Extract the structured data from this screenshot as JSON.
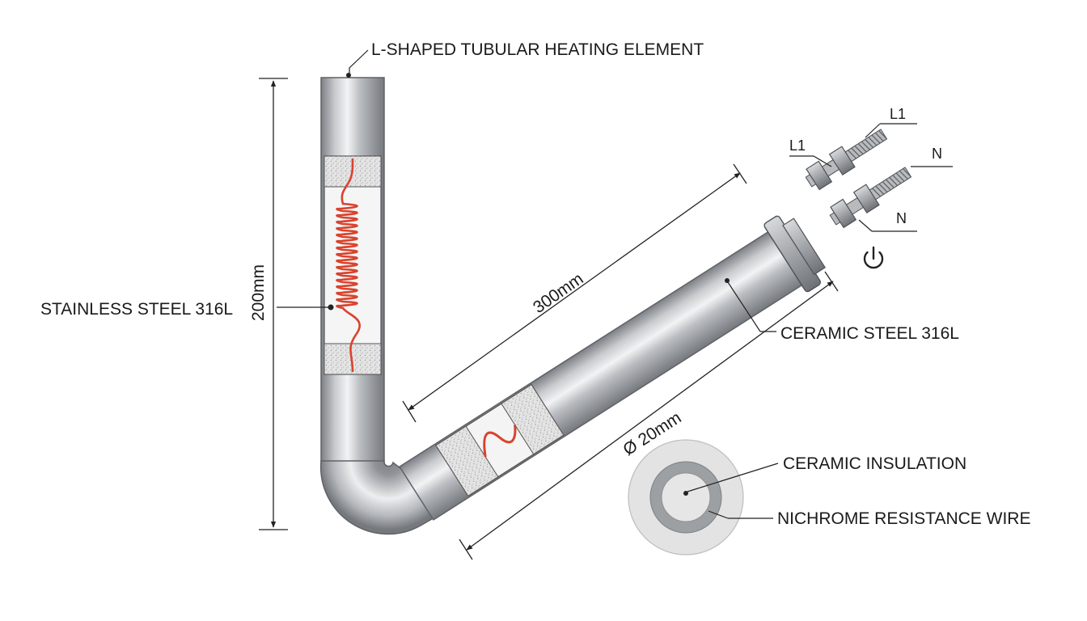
{
  "diagram": {
    "title": "L-SHAPED TUBULAR HEATING ELEMENT",
    "labels": {
      "sheath_left": "STAINLESS STEEL 316L",
      "sheath_right": "CERAMIC STEEL 316L",
      "insulation": "CERAMIC INSULATION",
      "wire": "NICHROME RESISTANCE WIRE"
    },
    "dimensions": {
      "vertical_length": "200mm",
      "horizontal_length": "300mm",
      "diameter": "Ø 20mm"
    },
    "terminals": {
      "upper_outer": "L1",
      "upper_inner": "L1",
      "lower_outer": "N",
      "lower_inner": "N"
    },
    "icons": [
      "power-icon"
    ],
    "colors": {
      "tube_steel": "#a9acb0",
      "heating_coil": "#d9432e",
      "ceramic_fill": "#e6e6e6",
      "line": "#222222"
    }
  }
}
